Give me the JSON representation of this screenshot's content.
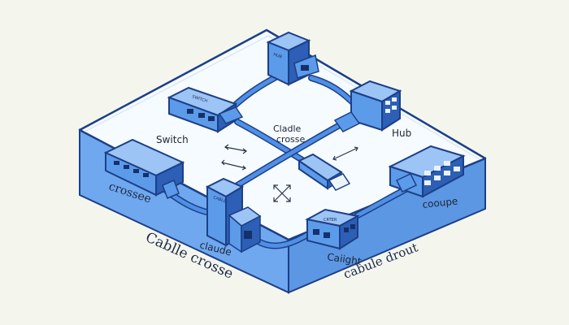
{
  "diagram": {
    "devices": {
      "switch_top": {
        "label": "Switch",
        "tag": "SWITCH"
      },
      "tower_top": {
        "tag": "HUB"
      },
      "hub_right": {
        "label": "Hub"
      },
      "cable_center": {
        "label_line1": "Cladle",
        "label_line2": "crosse"
      },
      "switch_left": {
        "label": "crossee"
      },
      "tower_center": {
        "label": "claude",
        "tag": "CABLE"
      },
      "adapter_center": {
        "label": "Caiight",
        "tag": "CRTER"
      },
      "switch_right": {
        "label": "cooupe"
      }
    },
    "platform": {
      "front_left_text": "Cablle crosse",
      "front_right_text": "cabule drout"
    }
  },
  "colors": {
    "background": "#f4f6ee",
    "platform_top": "#f6fbff",
    "platform_side": "#6fa8ee",
    "device_blue": "#5b9bea",
    "device_dark": "#2c5fb5",
    "cable": "#4f8fe6",
    "outline": "#1d3f86"
  }
}
